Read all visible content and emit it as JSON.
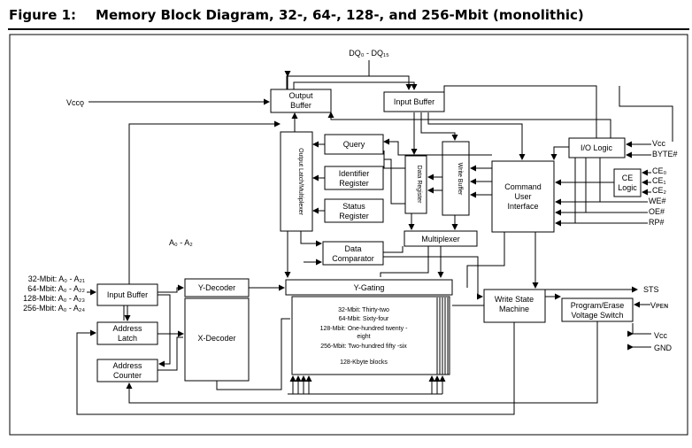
{
  "figure": {
    "number": "Figure 1:",
    "title": "Memory Block Diagram, 32-, 64-, 128-, and 256-Mbit (monolithic)"
  },
  "signals": {
    "dq": "DQ₀ - DQ₁₅",
    "vccq": "Vᴄᴄǫ",
    "a0a2": "A₀ - A₂",
    "vcc_io": "Vcc",
    "byte": "BYTE#",
    "ce0": "CE₀",
    "ce1": "CE₁",
    "ce2": "CE₂",
    "we": "WE#",
    "oe": "OE#",
    "rp": "RP#",
    "sts": "STS",
    "vpen": "Vᴘᴇɴ",
    "vcc_pwr": "Vcc",
    "gnd": "GND"
  },
  "address_inputs": [
    {
      "label": "32-Mbit: A₀ - A₂₁"
    },
    {
      "label": "64-Mbit: A₀ - A₂₂"
    },
    {
      "label": "128-Mbit: A₀ - A₂₃"
    },
    {
      "label": "256-Mbit: A₀ - A₂₄"
    }
  ],
  "blocks": {
    "output_buffer": [
      "Output",
      "Buffer"
    ],
    "input_buffer_top": "Input Buffer",
    "output_latch_mux": "Output Latch/Multiplexer",
    "query": "Query",
    "identifier_register": [
      "Identifier",
      "Register"
    ],
    "status_register": [
      "Status",
      "Register"
    ],
    "data_register": "Data Register",
    "write_buffer": "Write Buffer",
    "multiplexer": "Multiplexer",
    "command_user_interface": [
      "Command",
      "User",
      "Interface"
    ],
    "io_logic": "I/O Logic",
    "ce_logic": [
      "CE",
      "Logic"
    ],
    "data_comparator": [
      "Data",
      "Comparator"
    ],
    "input_buffer_left": "Input Buffer",
    "address_latch": [
      "Address",
      "Latch"
    ],
    "address_counter": [
      "Address",
      "Counter"
    ],
    "y_decoder": "Y-Decoder",
    "x_decoder": "X-Decoder",
    "y_gating": "Y-Gating",
    "write_state_machine": [
      "Write State",
      "Machine"
    ],
    "program_erase_switch": [
      "Program/Erase",
      "Voltage Switch"
    ]
  },
  "array_notes": {
    "lines": [
      "32-Mbit: Thirty-two",
      "64-Mbit: Sixty-four",
      "128-Mbit: One-hundred twenty -",
      "eight",
      "256-Mbit: Two-hundred fifty -six"
    ],
    "blocks": "128-Kbyte blocks"
  }
}
